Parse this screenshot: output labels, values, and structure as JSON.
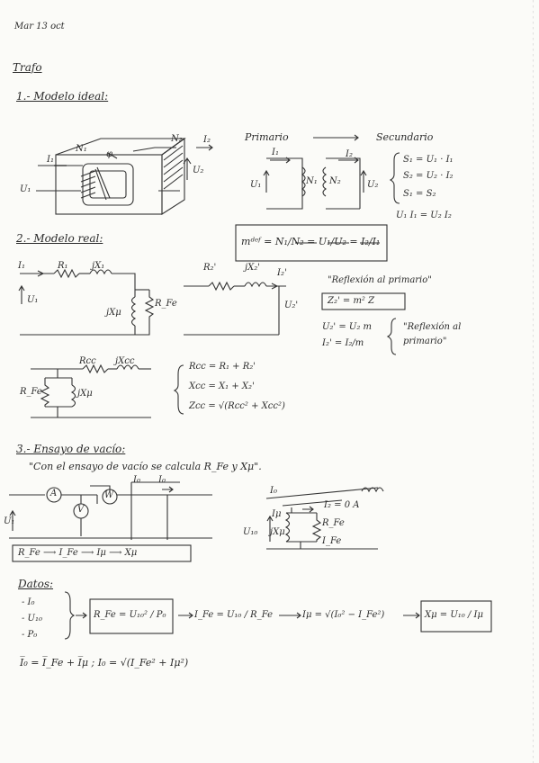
{
  "header": {
    "date": "Mar 13 oct"
  },
  "title": "Trafo",
  "s1": {
    "heading": "1.- Modelo ideal:",
    "flow": {
      "primary": "Primario",
      "arrow": "⟶",
      "secondary": "Secundario"
    },
    "labels": {
      "n1": "N₁",
      "n2": "N₂",
      "phi": "φ",
      "i1": "I₁",
      "i2": "I₂",
      "u1": "U₁",
      "u2": "U₂"
    },
    "equations": [
      "S₁ = U₁ · I₁",
      "S₂ = U₂ · I₂",
      "S₁ = S₂",
      "U₁ I₁ = U₂ I₂"
    ],
    "ratio": "mᵈᵉᶠ = N₁/N₂ = U₁/U₂ = I₂/I₁"
  },
  "s2": {
    "heading": "2.- Modelo real:",
    "labels": {
      "i1": "I₁",
      "r1": "R₁",
      "x1": "jX₁",
      "u1": "U₁",
      "xmu": "jXμ",
      "rfe": "R_Fe",
      "r2p": "R₂'",
      "x2p": "jX₂'",
      "i2p": "I₂'",
      "u2p": "U₂'"
    },
    "reflection_primary": "\"Reflexión al primario\"",
    "z2": "Z₂' = m² Z",
    "u2_line": "U₂' = U₂ m",
    "i2_line": "I₂' = I₂/m",
    "reflection_primary2": "\"Reflexión al primario\"",
    "eq_labels": {
      "rcc": "Rcc",
      "xcc": "Xcc",
      "zcc": "jXcc"
    },
    "eqs": [
      "Rcc = R₁ + R₂'",
      "Xcc = X₁ + X₂'",
      "Zcc = √(Rcc² + Xcc²)"
    ]
  },
  "s3": {
    "heading": "3.- Ensayo de vacío:",
    "quote": "\"Con el ensayo de vacío se calcula R_Fe y Xμ\".",
    "labels": {
      "a": "A",
      "v": "V",
      "w": "W",
      "i0": "I₀",
      "ifw": "I₀",
      "u1": "U₁",
      "u10": "U₁₀",
      "imu": "Iμ",
      "ife": "I_Fe",
      "jxmu": "jXμ",
      "rfe": "R_Fe",
      "i2": "I₂ = 0 A"
    },
    "result": "R_Fe ⟶ I_Fe ⟶ Iμ ⟶ Xμ"
  },
  "datos": {
    "title": "Datos:",
    "items": [
      "- I₀",
      "- U₁₀",
      "- P₀"
    ],
    "f1": "R_Fe = U₁₀² / P₀",
    "f2": "I_Fe = U₁₀ / R_Fe",
    "f3": "Iμ = √(I₀² − I_Fe²)",
    "f4": "Xμ = U₁₀ / Iμ",
    "last": "I̅₀ = I̅_Fe + I̅μ ;  I₀ = √(I_Fe² + Iμ²)"
  }
}
